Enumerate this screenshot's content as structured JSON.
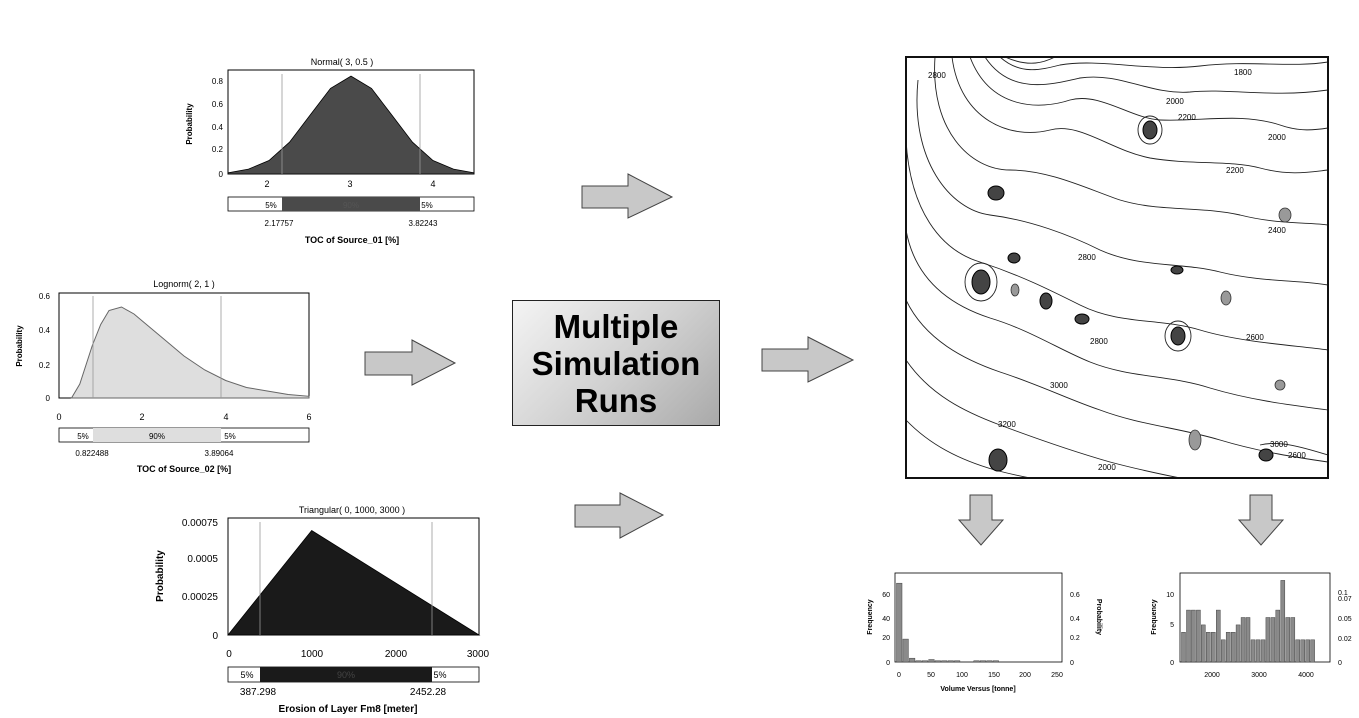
{
  "center": {
    "lines": [
      "Multiple",
      "Simulation",
      "Runs"
    ]
  },
  "distributions": [
    {
      "title": "Normal( 3, 0.5 )",
      "ylabel": "Probability",
      "xlabel": "TOC of Source_01 [%]",
      "yticks": [
        "0",
        "0.2",
        "0.4",
        "0.6",
        "0.8"
      ],
      "xticks": [
        "2",
        "3",
        "4"
      ],
      "bar_left": "5%",
      "bar_mid": "90%",
      "bar_right": "5%",
      "low": "2.17757",
      "high": "3.82243",
      "fill": "#4a4a4a"
    },
    {
      "title": "Lognorm( 2, 1 )",
      "ylabel": "Probability",
      "xlabel": "TOC of Source_02 [%]",
      "yticks": [
        "0",
        "0.2",
        "0.4",
        "0.6"
      ],
      "xticks": [
        "0",
        "2",
        "4",
        "6"
      ],
      "bar_left": "5%",
      "bar_mid": "90%",
      "bar_right": "5%",
      "low": "0.822488",
      "high": "3.89064",
      "fill": "#dedede"
    },
    {
      "title": "Triangular( 0, 1000, 3000 )",
      "ylabel": "Probability",
      "xlabel": "Erosion of Layer Fm8 [meter]",
      "yticks": [
        "0",
        "0.00025",
        "0.0005",
        "0.00075"
      ],
      "xticks": [
        "0",
        "1000",
        "2000",
        "3000"
      ],
      "bar_left": "5%",
      "bar_mid": "90%",
      "bar_right": "5%",
      "low": "387.298",
      "high": "2452.28",
      "fill": "#1a1a1a"
    }
  ],
  "contour_labels": [
    "2800",
    "1800",
    "2000",
    "2200",
    "2000",
    "2200",
    "2400",
    "2800",
    "2600",
    "2800",
    "3000",
    "3200",
    "2000",
    "3000",
    "2600"
  ],
  "histograms": [
    {
      "ylabel": "Frequency",
      "y2label": "Probability",
      "xlabel": "Volume Versus [tonne]",
      "yticks": [
        "0",
        "20",
        "40",
        "60"
      ],
      "y2ticks": [
        "0",
        "0.2",
        "0.4",
        "0.6"
      ],
      "xticks": [
        "0",
        "50",
        "100",
        "150",
        "200",
        "250"
      ]
    },
    {
      "ylabel": "Frequency",
      "y2label": "",
      "xlabel": "",
      "yticks": [
        "0",
        "5",
        "10"
      ],
      "y2ticks": [
        "0",
        "0.02",
        "0.05",
        "0.07",
        "0.1"
      ],
      "xticks": [
        "2000",
        "3000",
        "4000"
      ]
    }
  ],
  "chart_data": [
    {
      "type": "area",
      "x": [
        1.5,
        1.75,
        2,
        2.25,
        2.5,
        2.75,
        3,
        3.25,
        3.5,
        3.75,
        4,
        4.25,
        4.5
      ],
      "y": [
        0.01,
        0.04,
        0.11,
        0.26,
        0.48,
        0.7,
        0.8,
        0.7,
        0.48,
        0.26,
        0.11,
        0.04,
        0.01
      ],
      "xlim": [
        1.5,
        4.5
      ],
      "ylim": [
        0,
        0.85
      ]
    },
    {
      "type": "area",
      "x": [
        0.3,
        0.5,
        0.8,
        1.0,
        1.2,
        1.5,
        1.8,
        2.0,
        2.5,
        3.0,
        3.5,
        4.0,
        4.5,
        5.0,
        5.5,
        6.0
      ],
      "y": [
        0.0,
        0.08,
        0.3,
        0.42,
        0.5,
        0.52,
        0.48,
        0.44,
        0.34,
        0.24,
        0.16,
        0.1,
        0.06,
        0.04,
        0.02,
        0.01
      ],
      "xlim": [
        0,
        6
      ],
      "ylim": [
        0,
        0.6
      ]
    },
    {
      "type": "area",
      "x": [
        0,
        1000,
        3000
      ],
      "y": [
        0,
        0.00067,
        0
      ],
      "xlim": [
        0,
        3000
      ],
      "ylim": [
        0,
        0.00075
      ]
    },
    {
      "type": "bar",
      "x": [
        5,
        15,
        25,
        35,
        45,
        55,
        65,
        75,
        85,
        95,
        105,
        115,
        125,
        135,
        145,
        155
      ],
      "values": [
        62,
        18,
        3,
        1,
        1,
        2,
        1,
        1,
        1,
        1,
        0,
        0,
        1,
        1,
        1,
        1
      ],
      "ylim": [
        0,
        70
      ]
    },
    {
      "type": "bar",
      "x": [
        1600,
        1700,
        1800,
        1900,
        2000,
        2100,
        2200,
        2300,
        2400,
        2500,
        2600,
        2700,
        2800,
        2900,
        3000,
        3100,
        3200,
        3300,
        3400,
        3500,
        3600,
        3700,
        3800,
        3900,
        4000,
        4100,
        4200
      ],
      "values": [
        4,
        7,
        7,
        7,
        5,
        4,
        4,
        7,
        3,
        4,
        4,
        5,
        6,
        6,
        3,
        3,
        3,
        6,
        6,
        7,
        11,
        6,
        6,
        3,
        3,
        3,
        3
      ],
      "ylim": [
        0,
        12
      ]
    }
  ]
}
